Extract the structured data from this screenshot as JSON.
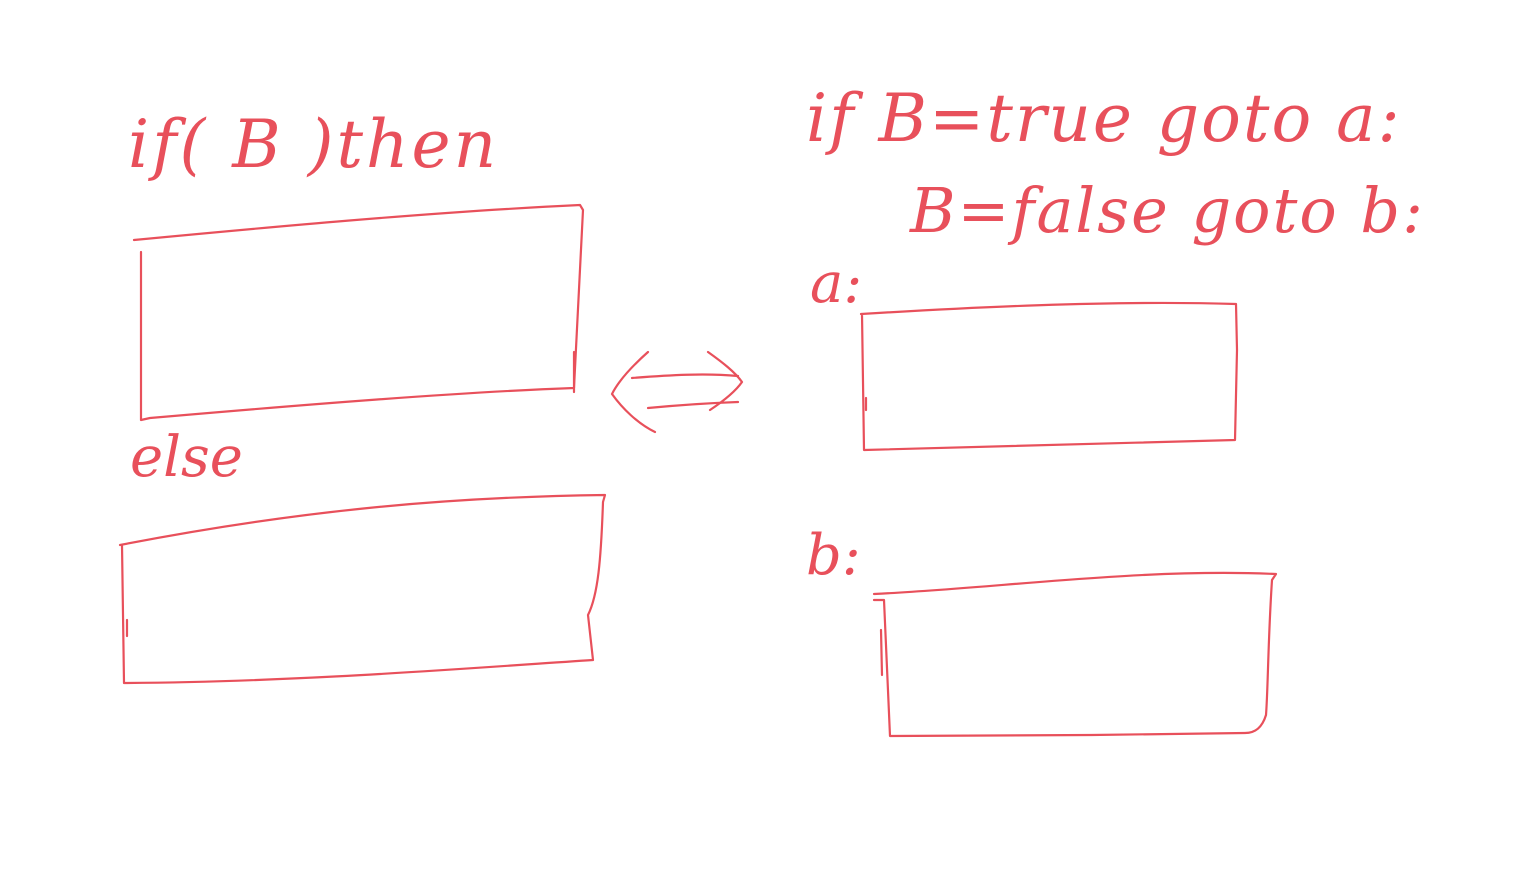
{
  "left_side": {
    "if_then_label": "if( B )then",
    "else_label": "else"
  },
  "right_side": {
    "line1": "if B=true goto a:",
    "line2": "B=false goto b:",
    "label_a": "a:",
    "label_b": "b:"
  },
  "colors": {
    "ink": "#e8505b",
    "background": "#ffffff"
  }
}
